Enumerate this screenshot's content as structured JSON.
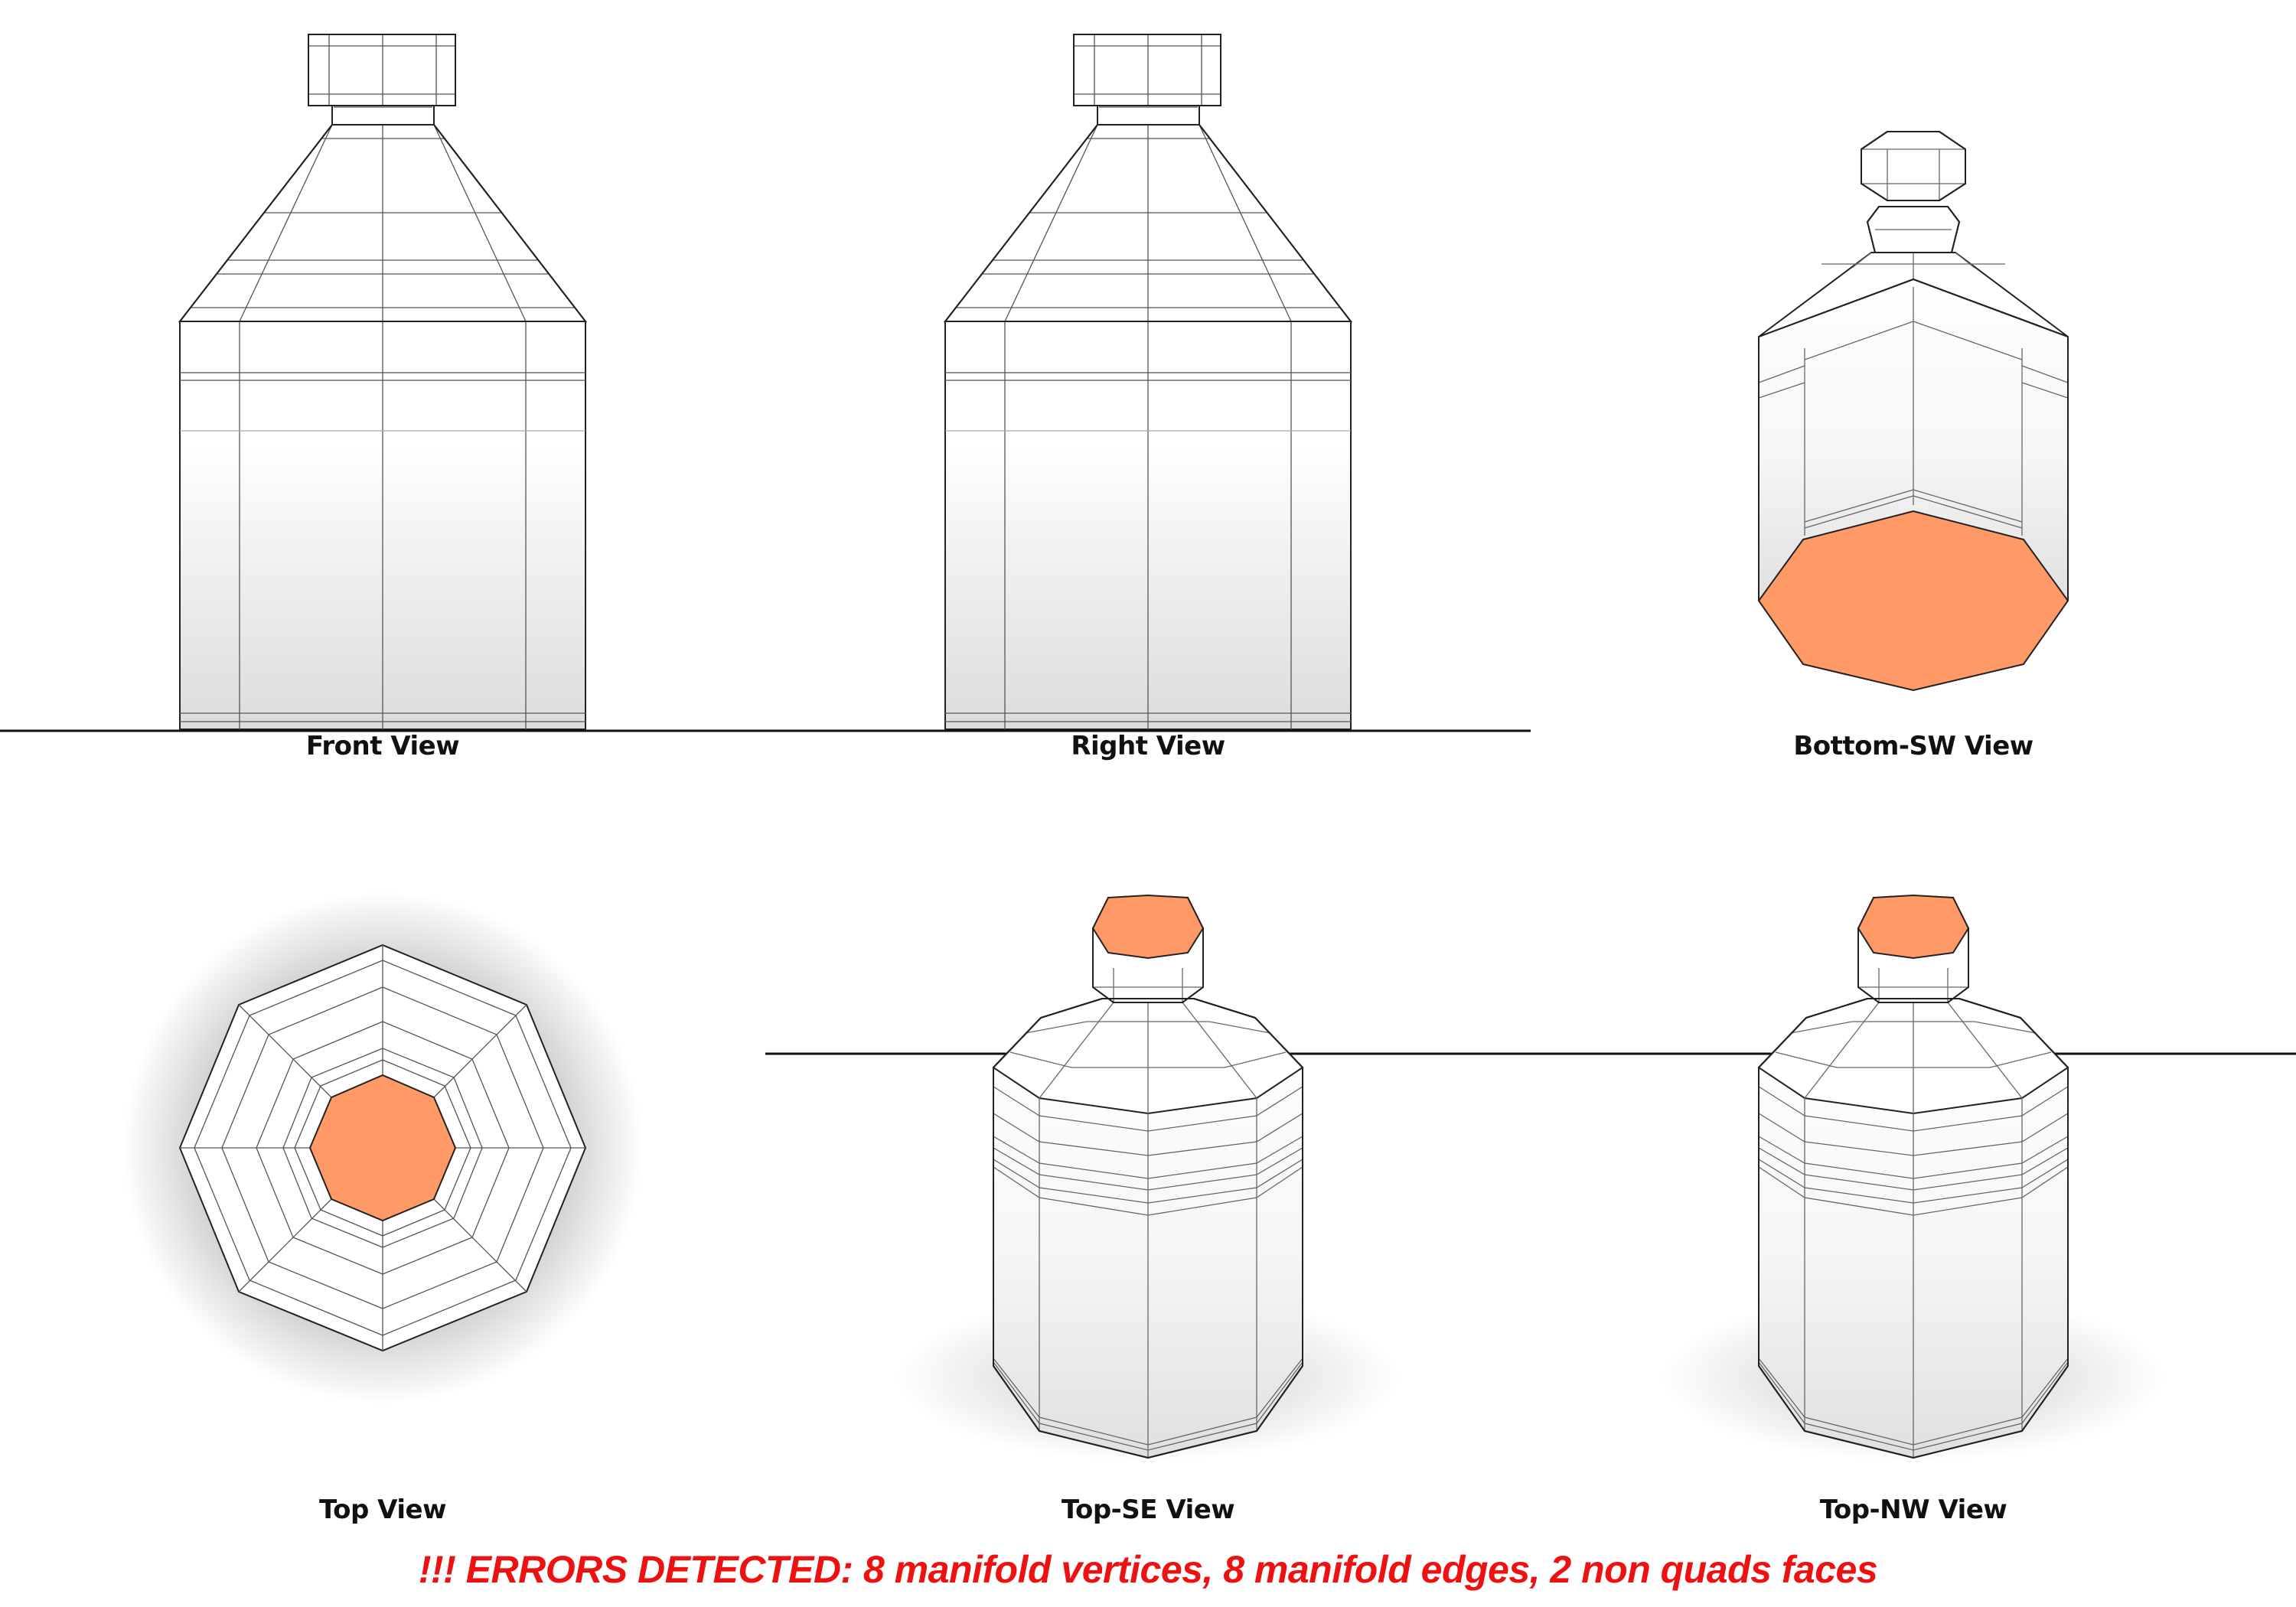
{
  "views": {
    "front": "Front View",
    "right": "Right View",
    "bottom_sw": "Bottom-SW View",
    "top": "Top View",
    "top_se": "Top-SE View",
    "top_nw": "Top-NW View"
  },
  "error_message": "!!! ERRORS DETECTED: 8 manifold vertices, 8 manifold edges, 2 non quads faces",
  "colors": {
    "highlight_face": "#FF9966",
    "error_text": "#EE1111",
    "edge": "#222222"
  }
}
